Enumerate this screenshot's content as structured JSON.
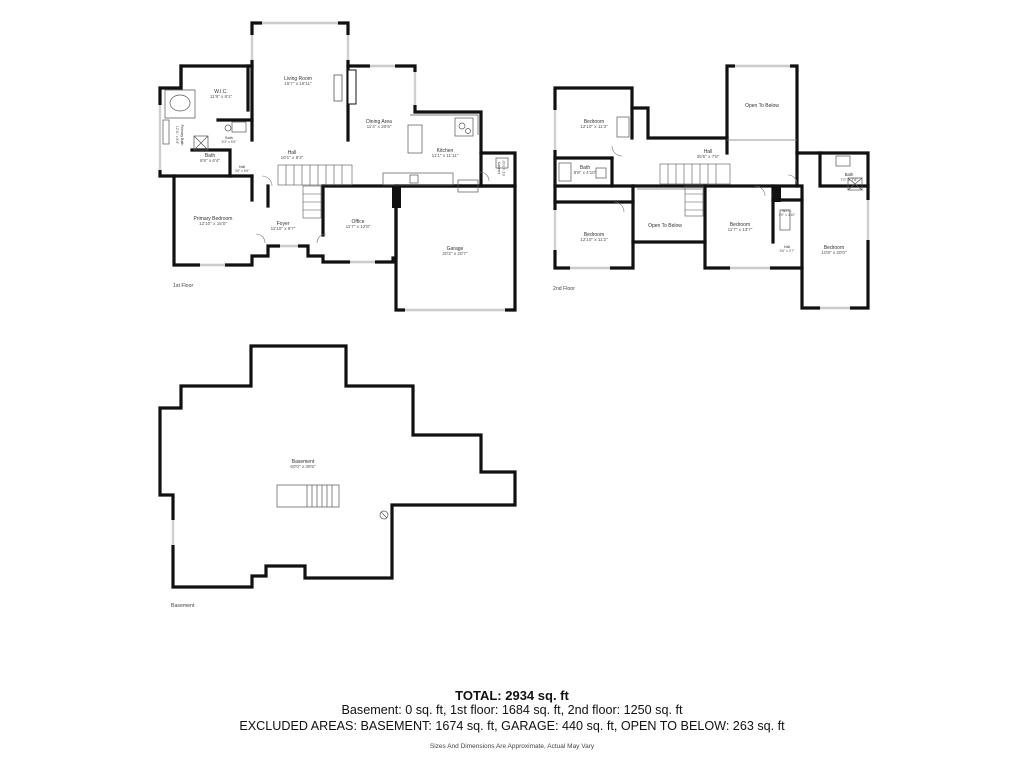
{
  "floors": {
    "first": {
      "label": "1st Floor",
      "rooms": {
        "wic": {
          "name": "W.I.C.",
          "dim": "11'8\" x 8'1\""
        },
        "living": {
          "name": "Living Room",
          "dim": "15'7\" x 18'11\""
        },
        "dining": {
          "name": "Dining Area",
          "dim": "11'4\" x 20'5\""
        },
        "kitchen": {
          "name": "Kitchen",
          "dim": "11'1\" x 11'11\""
        },
        "hall": {
          "name": "Hall",
          "dim": "16'1\" x 8'3\""
        },
        "bath_primary": {
          "name": "Bath",
          "dim": "8'9\" x 6'4\""
        },
        "bath_half": {
          "name": "Bath",
          "dim": "5'3\" x 5'5\""
        },
        "primary_bed": {
          "name": "Primary Bedroom",
          "dim": "12'10\" x 15'0\""
        },
        "hall_small": {
          "name": "Hall",
          "dim": "3'8\" x 5'6\""
        },
        "foyer": {
          "name": "Foyer",
          "dim": "11'10\" x 9'7\""
        },
        "office": {
          "name": "Office",
          "dim": "11'7\" x 12'8\""
        },
        "garage": {
          "name": "Garage",
          "dim": "20'2\" x 20'7\""
        },
        "primary_side": {
          "name": "Primary Bath",
          "dim": "12'11\" x 8'4\""
        },
        "laundry": {
          "name": "Laundry",
          "dim": "6'1\" x 5'10\""
        }
      }
    },
    "second": {
      "label": "2nd Floor",
      "rooms": {
        "bed1": {
          "name": "Bedroom",
          "dim": "12'10\" x 11'3\""
        },
        "open1": {
          "name": "Open To Below",
          "dim": ""
        },
        "hall": {
          "name": "Hall",
          "dim": "35'6\" x 7'8\""
        },
        "bath1": {
          "name": "Bath",
          "dim": "8'8\" x 4'10\""
        },
        "bath2": {
          "name": "Bath",
          "dim": "7'0\" x 7'8\""
        },
        "bed2": {
          "name": "Bedroom",
          "dim": "12'10\" x 11'2\""
        },
        "open2": {
          "name": "Open To Below",
          "dim": ""
        },
        "bed3": {
          "name": "Bedroom",
          "dim": "11'7\" x 13'7\""
        },
        "wic": {
          "name": "W.I.C.",
          "dim": "4'0\" x 4'10\""
        },
        "hall2": {
          "name": "Hall",
          "dim": "5'6\" x 3'7\""
        },
        "bed4": {
          "name": "Bedroom",
          "dim": "10'8\" x 20'0\""
        }
      }
    },
    "basement": {
      "label": "Basement",
      "rooms": {
        "basement": {
          "name": "Basement",
          "dim": "60'0\" x 39'5\""
        }
      }
    }
  },
  "footer": {
    "total": "TOTAL: 2934 sq. ft",
    "breakdown": "Basement: 0 sq. ft, 1st floor: 1684 sq. ft, 2nd floor: 1250 sq. ft",
    "excluded": "EXCLUDED AREAS: BASEMENT: 1674 sq. ft, GARAGE: 440 sq. ft, OPEN TO BELOW: 263 sq. ft",
    "disclaimer": "Sizes And Dimensions Are Approximate, Actual May Vary"
  }
}
